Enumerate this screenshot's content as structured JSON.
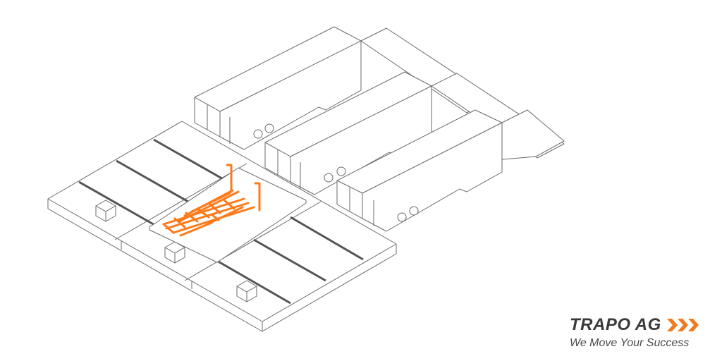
{
  "logo": {
    "name": "TRAPO AG",
    "tagline": "We Move Your Success",
    "accent_color": "#f07a1e",
    "text_color": "#3a3a3a",
    "icon": "triple-chevron-right-icon"
  },
  "illustration": {
    "line_color": "#6a6a6a",
    "highlight_color": "#ff7a1a",
    "trucks_count": 3
  }
}
